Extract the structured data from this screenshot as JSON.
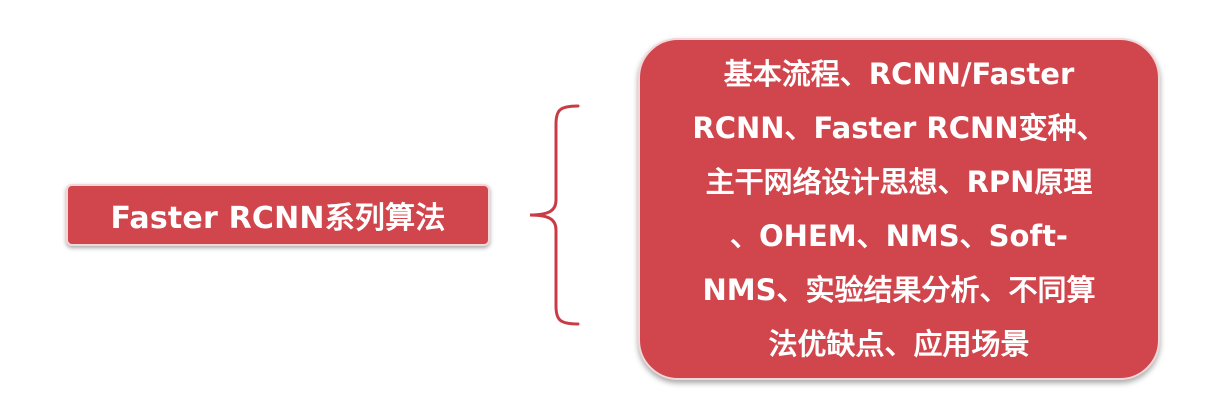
{
  "root_node": {
    "label": "Faster RCNN系列算法"
  },
  "detail_node": {
    "lines": [
      "基本流程、RCNN/Faster",
      "RCNN、Faster RCNN变种、",
      "主干网络设计思想、RPN原理",
      "、OHEM、NMS、Soft-",
      "NMS、实验结果分析、不同算",
      "法优缺点、应用场景"
    ]
  },
  "colors": {
    "box_fill": "#d1454d",
    "box_border": "#f3d6d8",
    "brace": "#c93c45",
    "text": "#ffffff"
  }
}
